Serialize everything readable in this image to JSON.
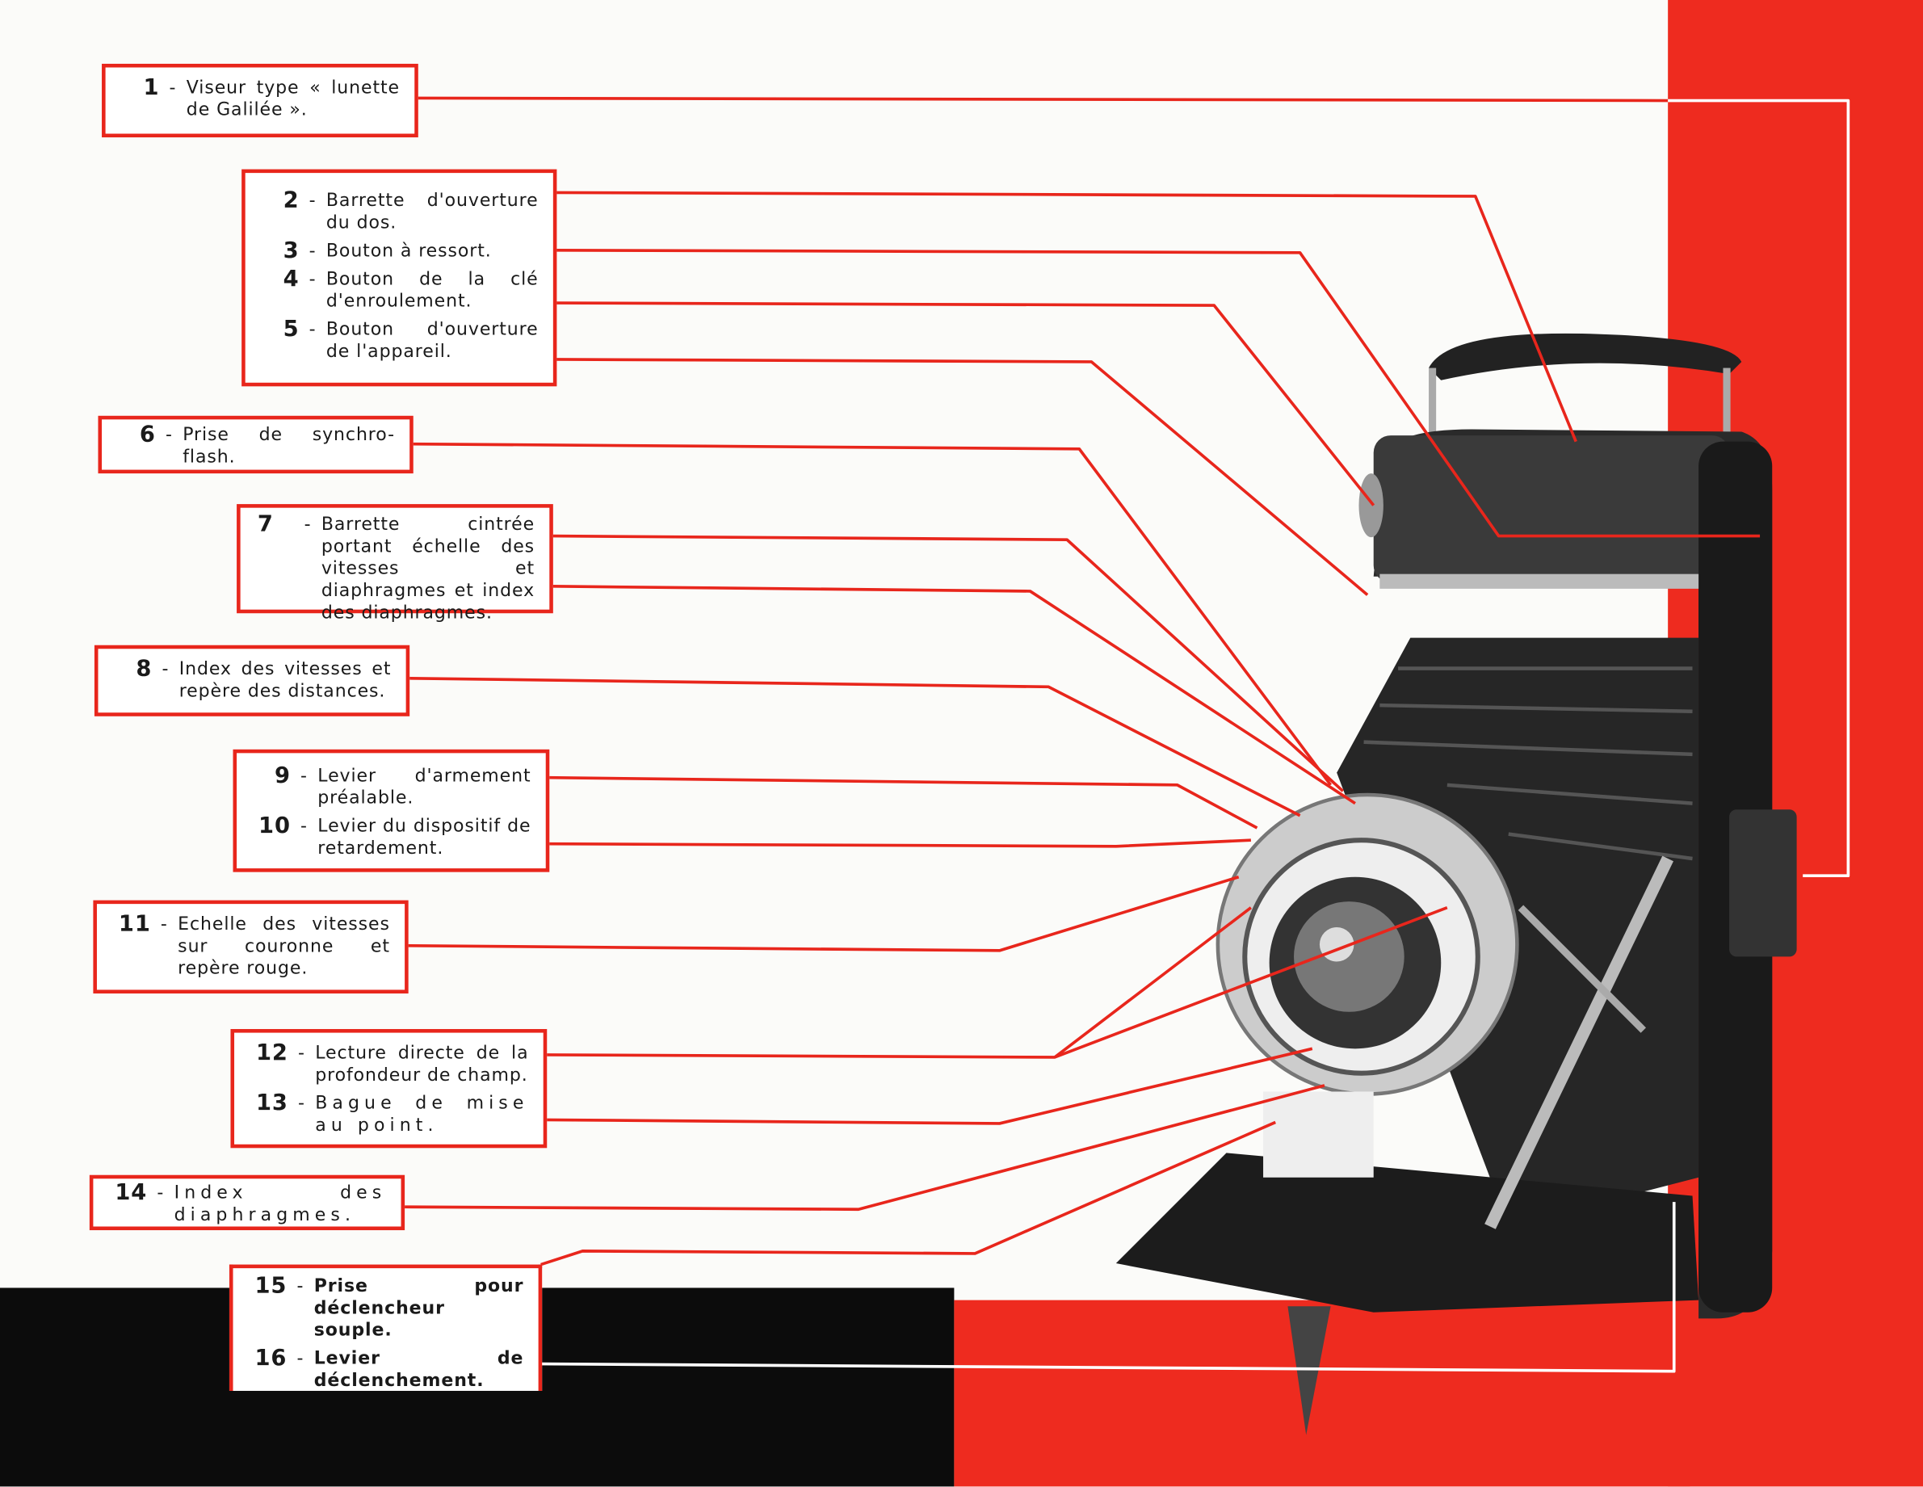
{
  "colors": {
    "red": "#ee2b1f",
    "black": "#0c0c0c",
    "paper": "#fbfbf9"
  },
  "image": {
    "subject": "camera-photo"
  },
  "legend": [
    {
      "items": [
        {
          "num": "1",
          "text": "Viseur type « lunette de Galilée »."
        }
      ]
    },
    {
      "items": [
        {
          "num": "2",
          "text": "Barrette d'ouverture du dos."
        },
        {
          "num": "3",
          "text": "Bouton à ressort."
        },
        {
          "num": "4",
          "text": "Bouton de la clé d'enroulement."
        },
        {
          "num": "5",
          "text": "Bouton d'ouverture de l'appareil."
        }
      ]
    },
    {
      "items": [
        {
          "num": "6",
          "text": "Prise de synchro-flash."
        }
      ]
    },
    {
      "items": [
        {
          "num": "7",
          "text": "Barrette cintrée portant échelle des vitesses et diaphragmes et index des diaphragmes."
        }
      ]
    },
    {
      "items": [
        {
          "num": "8",
          "text": "Index des vitesses et repère des distances."
        }
      ]
    },
    {
      "items": [
        {
          "num": "9",
          "text": "Levier d'armement préalable."
        },
        {
          "num": "10",
          "text": "Levier du dispositif de retardement."
        }
      ]
    },
    {
      "items": [
        {
          "num": "11",
          "text": "Echelle des vitesses sur couronne et repère rouge."
        }
      ]
    },
    {
      "items": [
        {
          "num": "12",
          "text": "Lecture directe de la profondeur de champ."
        },
        {
          "num": "13",
          "text": "Bague de mise au point."
        }
      ]
    },
    {
      "items": [
        {
          "num": "14",
          "text": "Index des diaphragmes."
        }
      ]
    },
    {
      "items": [
        {
          "num": "15",
          "text": "Prise pour déclencheur souple."
        },
        {
          "num": "16",
          "text": "Levier de déclenchement."
        }
      ]
    }
  ]
}
